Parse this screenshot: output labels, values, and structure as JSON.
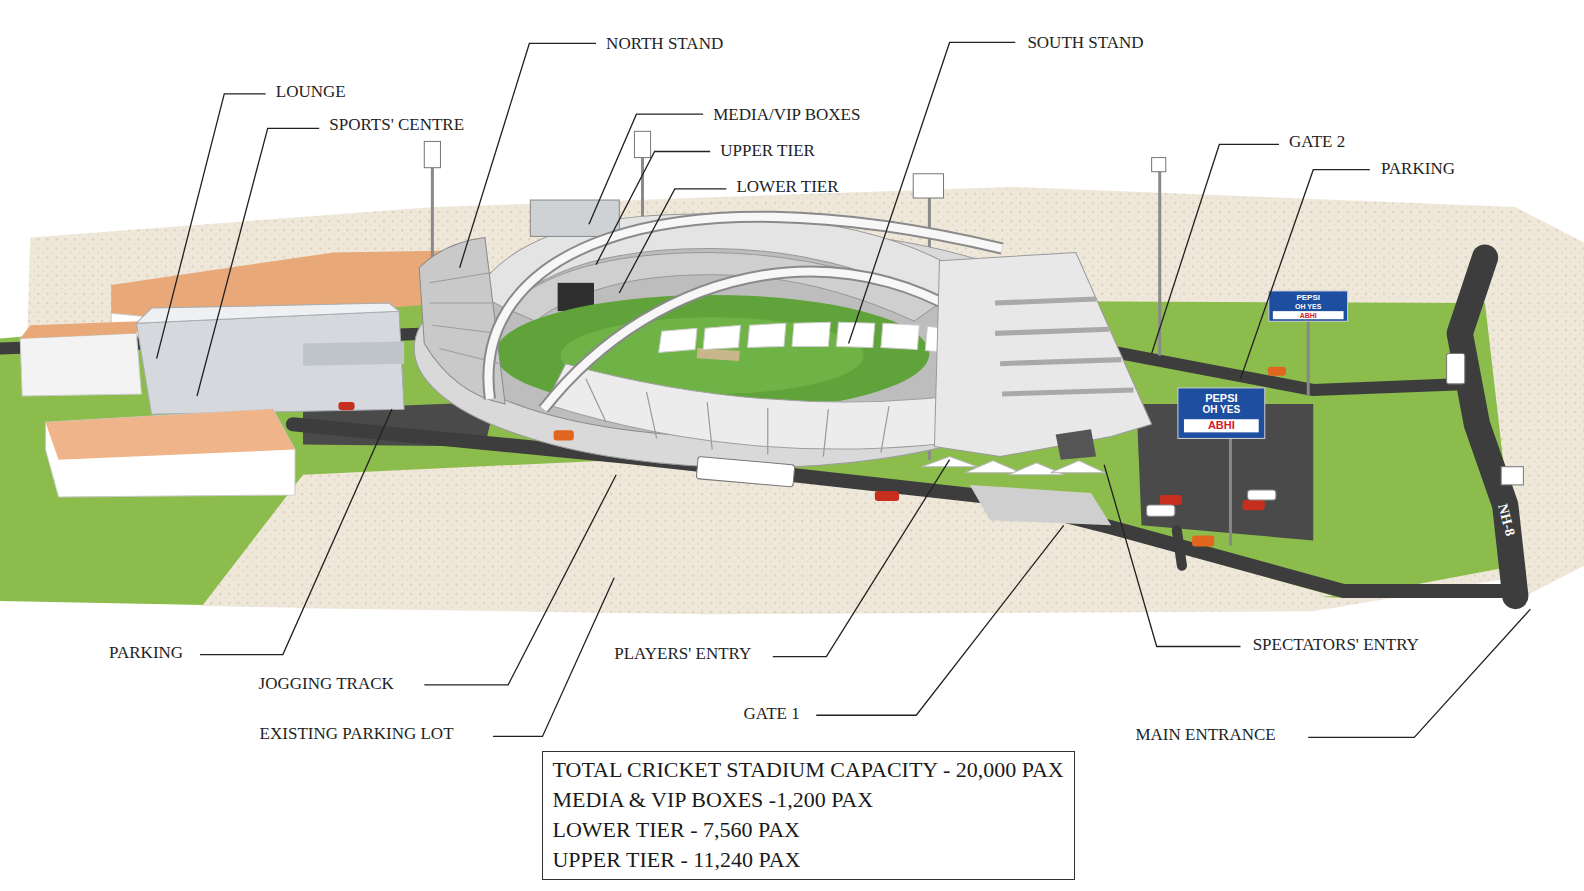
{
  "diagram": {
    "nodes": [
      {
        "text": [
          "TOTAL CRICKET STADIUM CAPACITY - 20,000 PAX",
          "MEDIA & VIP BOXES -1,200 PAX",
          "LOWER TIER - 7,560 PAX",
          "UPPER TIER - 11,240 PAX"
        ]
      }
    ],
    "labels": [
      "NORTH STAND",
      "SOUTH STAND",
      "LOUNGE",
      "MEDIA/VIP BOXES",
      "SPORTS' CENTRE",
      "GATE 2",
      "UPPER TIER",
      "PARKING",
      "LOWER TIER",
      "PEPSI",
      "OH YES",
      "ABHI",
      "PEPSI",
      "OH YES",
      "ABHI",
      "NH-8",
      "SPECTATORS' ENTRY",
      "PARKING",
      "PLAYERS' ENTRY",
      "JOGGING TRACK",
      "GATE 1",
      "EXISTING PARKING LOT",
      "MAIN ENTRANCE"
    ]
  }
}
